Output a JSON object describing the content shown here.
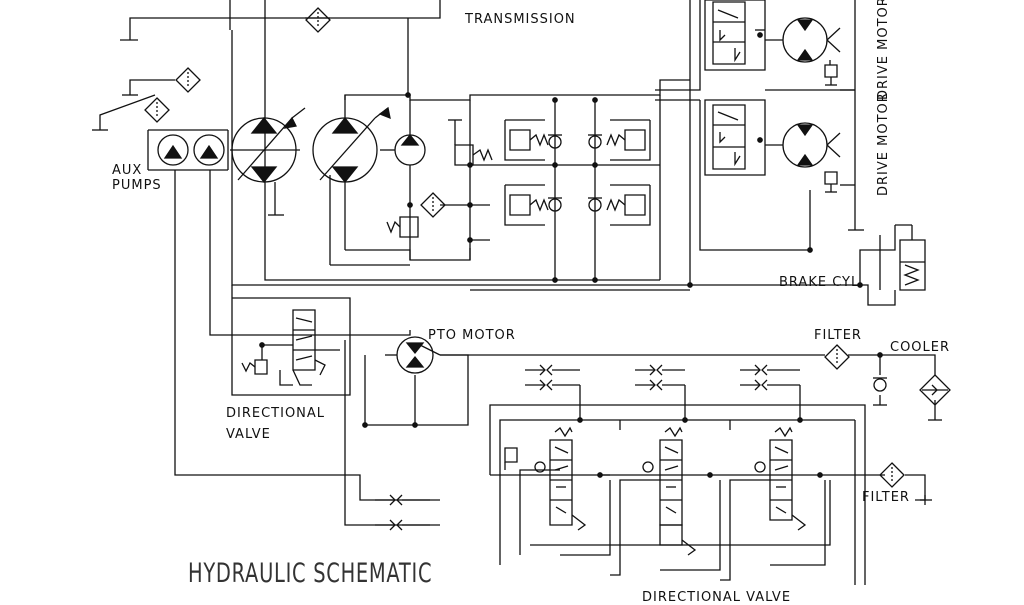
{
  "diagram": {
    "title": "HYDRAULIC SCHEMATIC",
    "labels": {
      "transmission": "TRANSMISSION",
      "aux_pumps_line1": "AUX",
      "aux_pumps_line2": "PUMPS",
      "drive_motor_top": "DRIVE MOTOR",
      "drive_motor_bottom": "DRIVE MOTOR",
      "brake_cyl": "BRAKE CYL",
      "pto_motor": "PTO MOTOR",
      "filter_top": "FILTER",
      "cooler": "COOLER",
      "directional_valve_left_line1": "DIRECTIONAL",
      "directional_valve_left_line2": "VALVE",
      "filter_bottom": "FILTER",
      "directional_valve_bottom": "DIRECTIONAL VALVE"
    },
    "line_color": "#111111",
    "component_names": [
      "aux-pumps",
      "variable-pump-1",
      "variable-pump-2",
      "charge-pump",
      "relief-valves",
      "check-valves",
      "drive-motor-top",
      "drive-motor-bottom",
      "brake-cylinder",
      "pto-motor",
      "directional-valve-left",
      "filter-top",
      "cooler",
      "directional-valve-bank",
      "filter-bottom",
      "quick-couplers"
    ]
  }
}
